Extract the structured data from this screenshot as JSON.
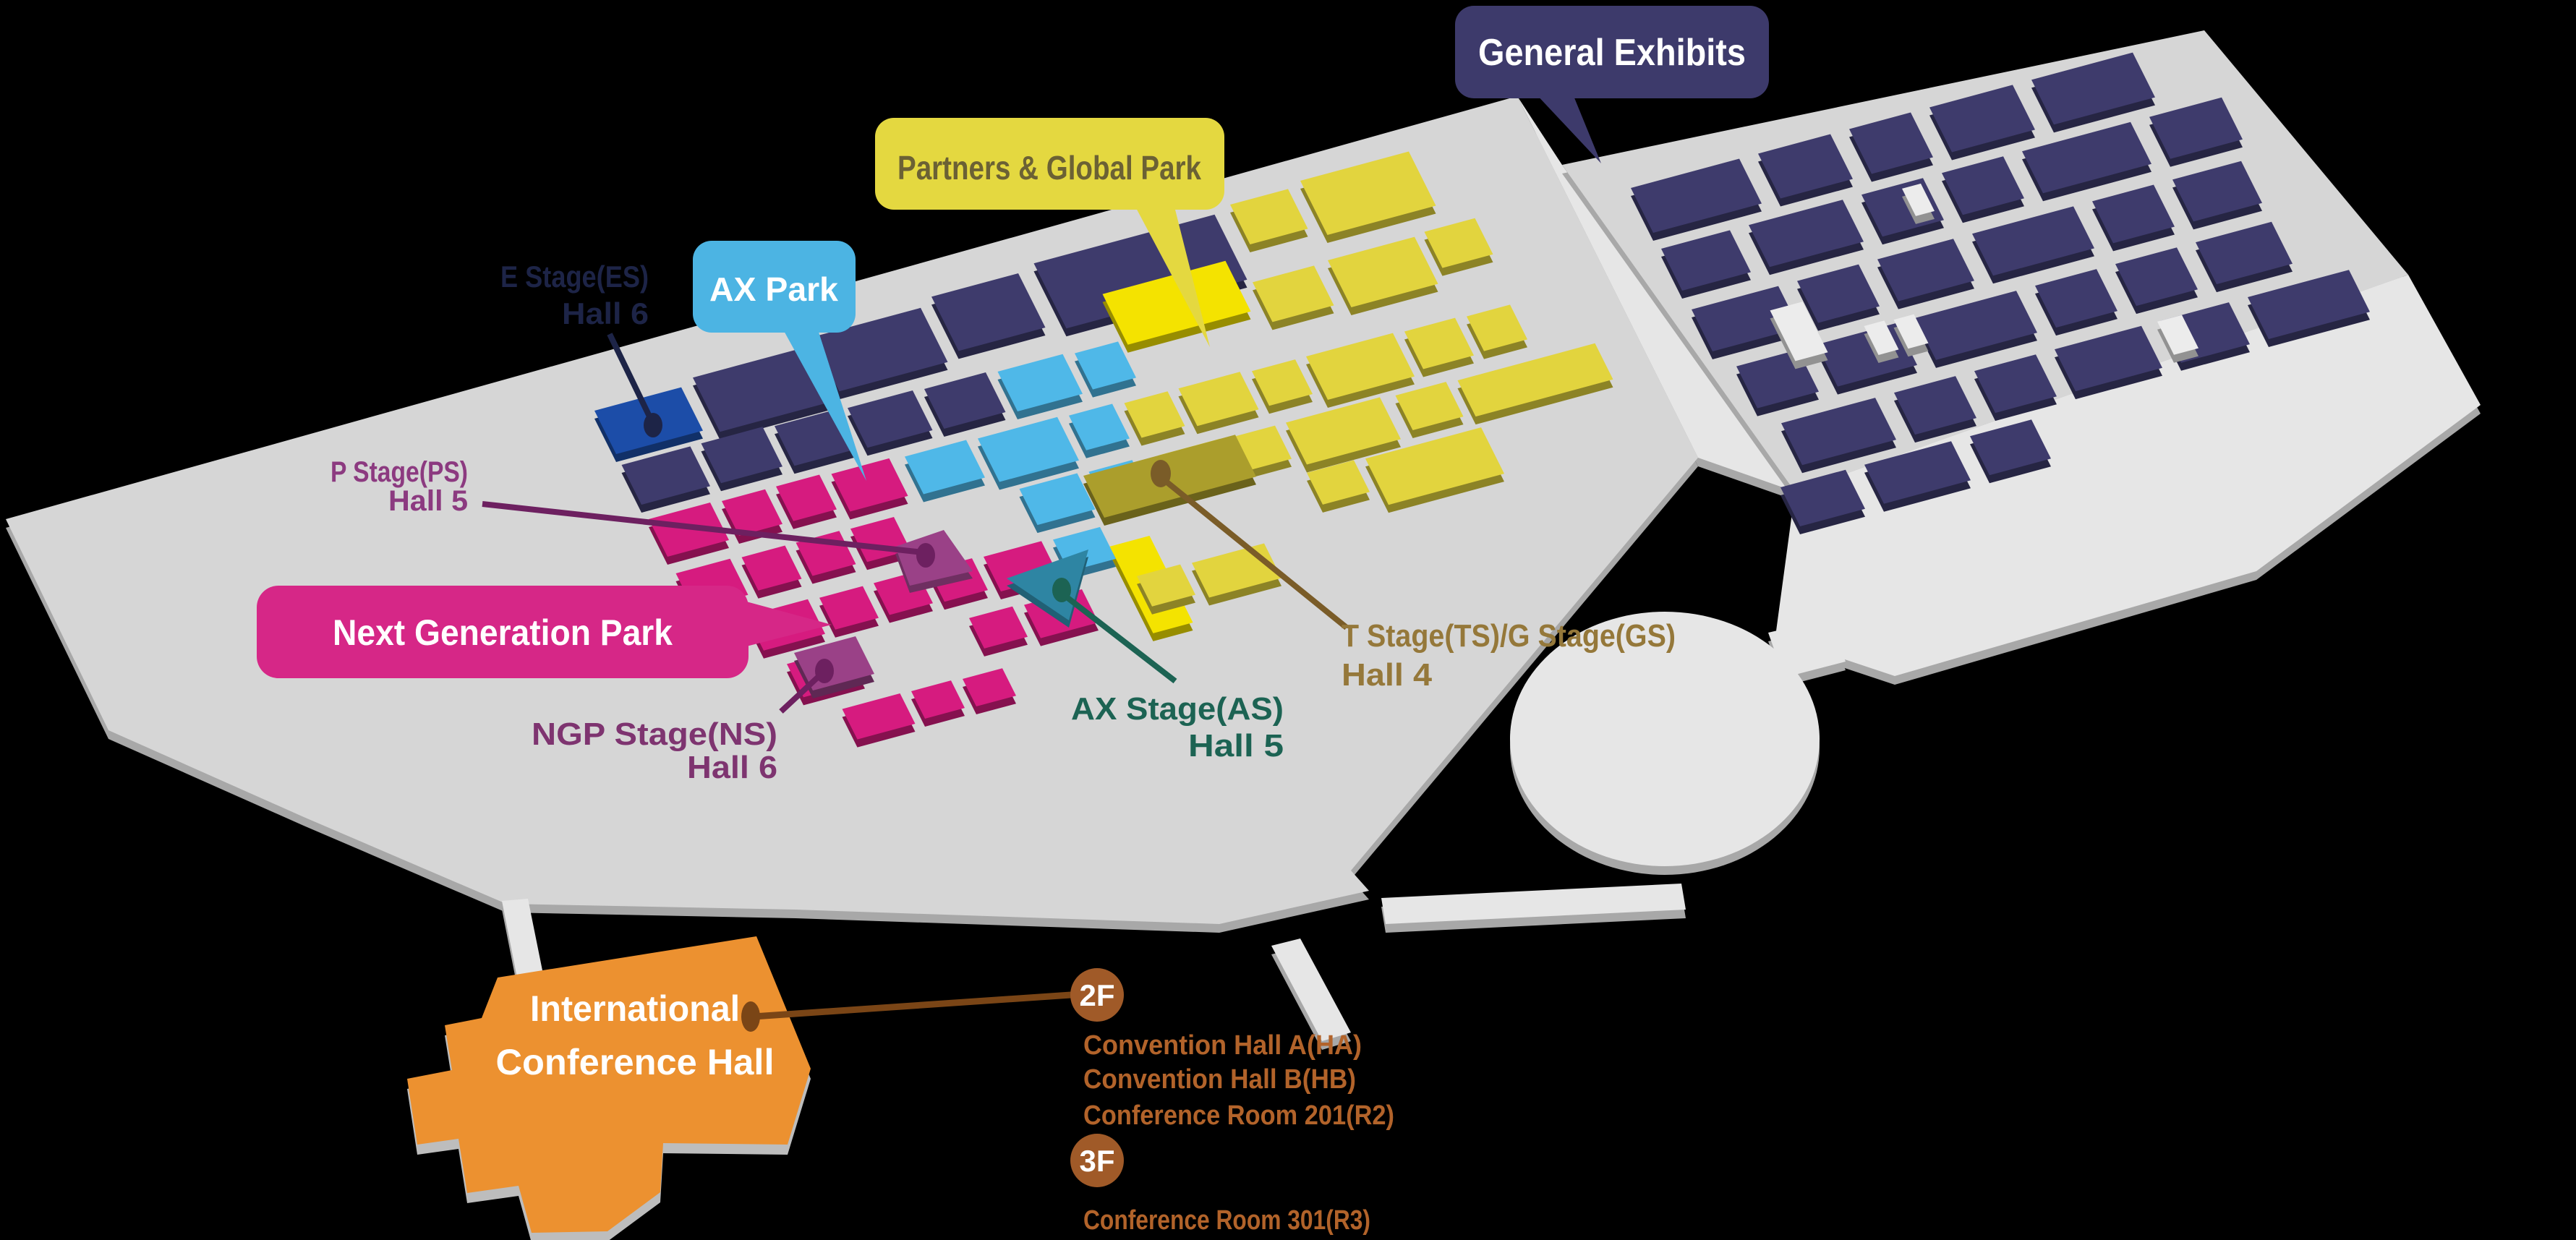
{
  "zones": {
    "general_exhibits": {
      "label": "General Exhibits",
      "bubble_bg": "#3d3a6b",
      "text_color": "#ffffff",
      "booth_color": "#3e3b6c"
    },
    "partners_global_park": {
      "label": "Partners & Global Park",
      "bubble_bg": "#e4d840",
      "text_color": "#6b6134",
      "booth_color": "#e2d43e"
    },
    "ax_park": {
      "label": "AX Park",
      "bubble_bg": "#4cb4e3",
      "text_color": "#ffffff",
      "booth_color": "#4fb8e8"
    },
    "next_generation_park": {
      "label": "Next Generation Park",
      "bubble_bg": "#d62787",
      "text_color": "#ffffff",
      "booth_color": "#d61b7f"
    }
  },
  "stages": [
    {
      "name": "E Stage(ES)",
      "hall": "Hall 6",
      "color": "#1d2447"
    },
    {
      "name": "P Stage(PS)",
      "hall": "Hall 5",
      "color": "#8c3a80"
    },
    {
      "name": "NGP Stage(NS)",
      "hall": "Hall 6",
      "color": "#7e3470"
    },
    {
      "name": "AX Stage(AS)",
      "hall": "Hall 5",
      "color": "#1c6353"
    },
    {
      "name": "T Stage(TS)/G Stage(GS)",
      "hall": "Hall 4",
      "color": "#95783a"
    }
  ],
  "conference_hall": {
    "name_line1": "International",
    "name_line2": "Conference Hall",
    "fill": "#ec9130",
    "text_color": "#ffffff",
    "room_text_color": "#b2632a",
    "badge_bg": "#a05a28",
    "badge_text_color": "#ffffff",
    "floors": [
      {
        "badge": "2F",
        "rooms": [
          "Convention Hall A(HA)",
          "Convention Hall B(HB)",
          "Conference Room 201(R2)"
        ]
      },
      {
        "badge": "3F",
        "rooms": [
          "Conference Room 301(R3)"
        ]
      }
    ]
  },
  "palette": {
    "background": "#000000",
    "floor": "#d6d6d6",
    "floor_light": "#e6e6e6",
    "floor_side": "#a8a8a8",
    "navy": "#3e3b6c",
    "royal_blue": "#1c4da8",
    "magenta": "#d61b7f",
    "purple": "#9a4187",
    "cyan": "#4fb8e8",
    "teal": "#2e85a3",
    "yellow": "#e2d43e",
    "bright_yellow": "#f4e300",
    "olive": "#ab9e2c",
    "white_booth": "#ececec"
  }
}
